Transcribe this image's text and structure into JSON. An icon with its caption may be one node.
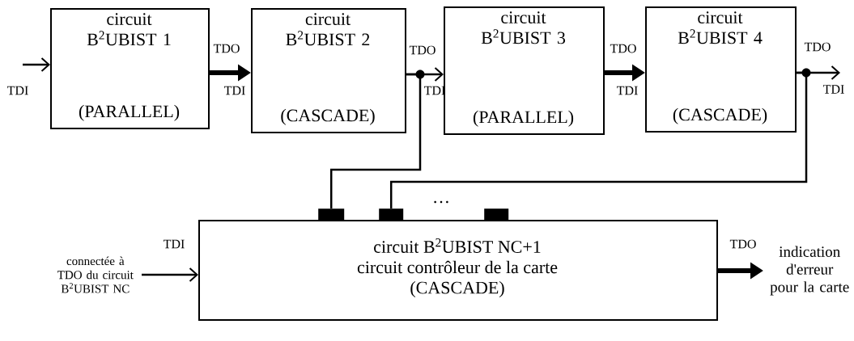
{
  "diagram": {
    "nodes": [
      {
        "text": [
          "circuit B$^{2}$UBIST 1",
          "(PARALLEL)"
        ]
      },
      {
        "text": [
          "circuit B$^{2}$UBIST 2",
          "(CASCADE)"
        ]
      },
      {
        "text": [
          "circuit B$^{2}$UBIST 3",
          "(PARALLEL)"
        ]
      },
      {
        "text": [
          "circuit B$^{2}$UBIST 4",
          "(CASCADE)"
        ]
      },
      {
        "text": [
          "circuit B$^{2}$UBIST NC+1",
          "circuit contrôleur de la carte",
          "(CASCADE)"
        ]
      },
      {
        "text": [
          "connectée à TDO du circuit B$^{2}$UBIST NC"
        ]
      },
      {
        "text": [
          "indication d'erreur pour la carte"
        ]
      },
      {
        "text": [],
        "shape": "box"
      },
      {
        "text": [],
        "shape": "box"
      },
      {
        "text": [],
        "shape": "box"
      },
      {
        "text": [
          "TDI"
        ]
      }
    ],
    "edges": [
      {
        "from": null,
        "to": 0,
        "arrow": "to"
      },
      {
        "from": 0,
        "to": 1,
        "arrow": "to",
        "style": "thick"
      },
      {
        "from": 1,
        "to": 2,
        "arrow": "to"
      },
      {
        "from": 2,
        "to": 3,
        "arrow": "to",
        "style": "thick"
      },
      {
        "from": 3,
        "to": 10,
        "arrow": "to"
      },
      {
        "from": 1,
        "to": 7,
        "arrow": "none"
      },
      {
        "from": 3,
        "to": 8,
        "arrow": "none"
      },
      {
        "from": 5,
        "to": 4,
        "arrow": "to"
      },
      {
        "from": 4,
        "to": 6,
        "arrow": "to",
        "style": "thick"
      }
    ],
    "labels": [
      "TDI",
      "TDO",
      "TDI",
      "TDO",
      "TDI",
      "TDO",
      "TDI",
      "TDO",
      "…",
      "TDI",
      "TDO"
    ]
  }
}
